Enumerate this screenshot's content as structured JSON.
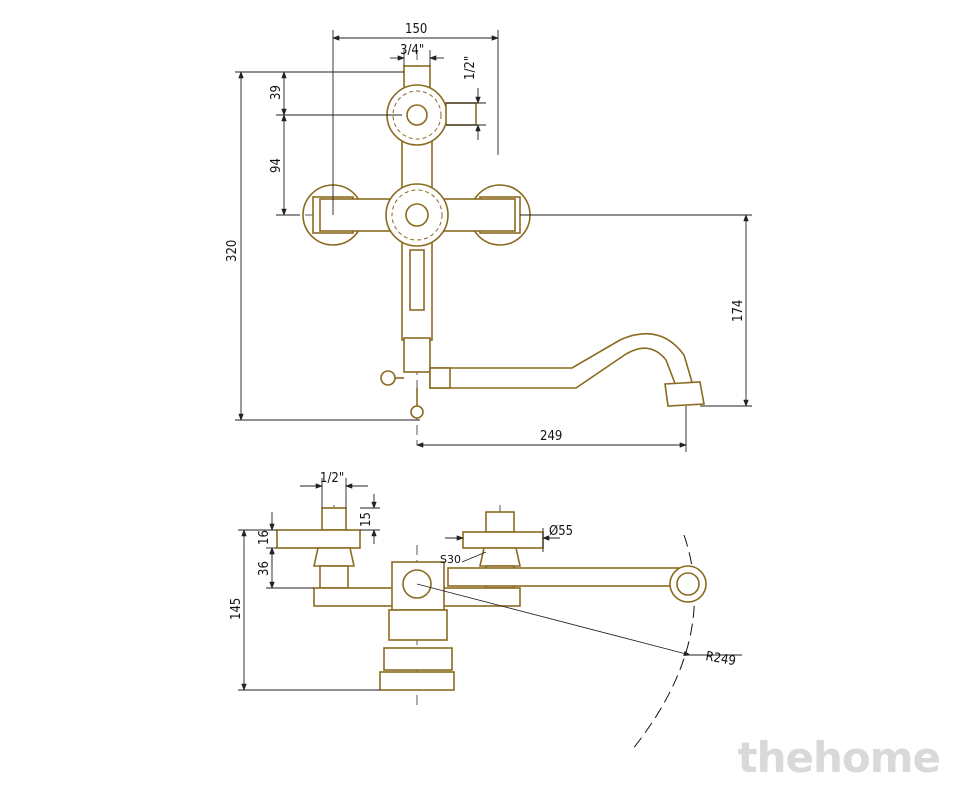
{
  "top_view": {
    "dims": {
      "width_top": "150",
      "inlet_top": "3/4\"",
      "inlet_side": "1/2\"",
      "d39": "39",
      "d94": "94",
      "height_total": "320",
      "height_spout": "174",
      "spout_reach": "249"
    }
  },
  "bottom_view": {
    "dims": {
      "inlet": "1/2\"",
      "d16": "16",
      "d15": "15",
      "d36": "36",
      "d145": "145",
      "diameter": "Ø55",
      "wrench": "S30",
      "radius": "R249"
    }
  },
  "watermark": "thehome",
  "colors": {
    "stroke": "#8a6a1f",
    "dim": "#222222"
  }
}
